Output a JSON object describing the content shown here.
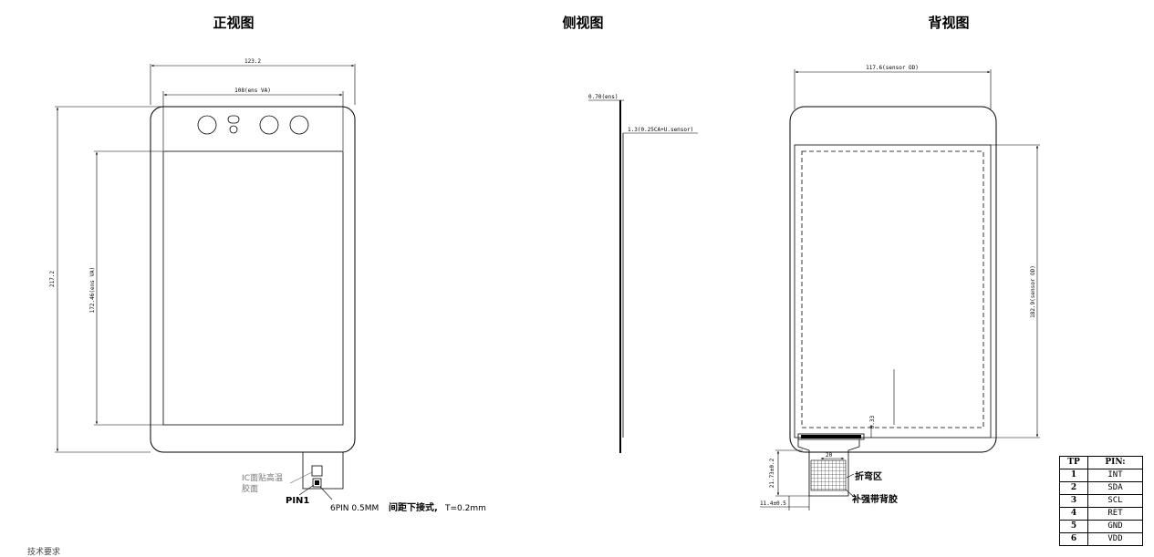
{
  "views": {
    "front": {
      "title": "正视图",
      "dim_width": "123.2",
      "dim_va_width": "108(ens VA)",
      "dim_height": "217.2",
      "dim_va_height": "172.46(ens VA)",
      "ic_note_line1": "IC面贴高温",
      "ic_note_line2": "胶面",
      "pin1_label": "PIN1",
      "fpc_note_mono": "6PIN 0.5MM",
      "fpc_note_cn": "间距下接式,",
      "fpc_note_t": "T=0.2mm"
    },
    "side": {
      "title": "侧视图",
      "dim_top": "0.70(ens)",
      "dim_stack": "1.3(0.25CA+U.sensor)"
    },
    "back": {
      "title": "背视图",
      "dim_width": "117.6(sensor OD)",
      "dim_height": "182.9(sensor OD)",
      "dim_small": "0.33",
      "dim_fpc_w": "20",
      "dim_fpc_len": "21.73±0.2",
      "dim_fpc_off": "11.4±0.5",
      "bend_label": "折弯区",
      "stiffener_label": "补强带背胶"
    }
  },
  "pin_table": {
    "header_tp": "TP",
    "header_pin": "PIN:",
    "rows": [
      {
        "num": "1",
        "name": "INT"
      },
      {
        "num": "2",
        "name": "SDA"
      },
      {
        "num": "3",
        "name": "SCL"
      },
      {
        "num": "4",
        "name": "RET"
      },
      {
        "num": "5",
        "name": "GND"
      },
      {
        "num": "6",
        "name": "VDD"
      }
    ]
  },
  "footer_text": "技术要求"
}
